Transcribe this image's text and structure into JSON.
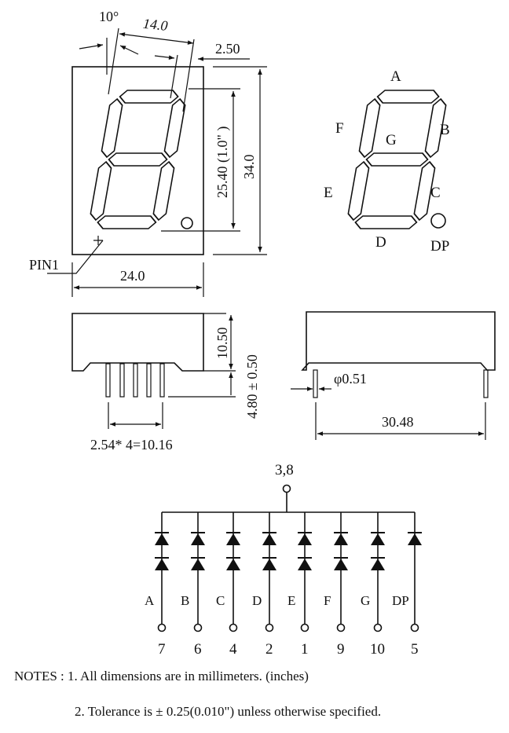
{
  "front_view": {
    "angle_label": "10°",
    "digit_width_label": "14.0",
    "offset_label": "2.50",
    "digit_height_label": "25.40 (1.0\" )",
    "body_height_label": "34.0",
    "body_width_label": "24.0",
    "pin1_label": "PIN1"
  },
  "segment_map": {
    "labels": {
      "A": "A",
      "B": "B",
      "C": "C",
      "D": "D",
      "E": "E",
      "F": "F",
      "G": "G",
      "DP": "DP"
    }
  },
  "side_view": {
    "height_label": "10.50",
    "pin_length_label": "4.80 ± 0.50",
    "pitch_label": "2.54* 4=10.16"
  },
  "end_view": {
    "pin_diameter_label": "φ0.51",
    "pin_span_label": "30.48"
  },
  "circuit": {
    "common_pin_label": "3,8",
    "columns": [
      {
        "segment": "A",
        "pin": "7",
        "diodes": 2
      },
      {
        "segment": "B",
        "pin": "6",
        "diodes": 2
      },
      {
        "segment": "C",
        "pin": "4",
        "diodes": 2
      },
      {
        "segment": "D",
        "pin": "2",
        "diodes": 2
      },
      {
        "segment": "E",
        "pin": "1",
        "diodes": 2
      },
      {
        "segment": "F",
        "pin": "9",
        "diodes": 2
      },
      {
        "segment": "G",
        "pin": "10",
        "diodes": 2
      },
      {
        "segment": "DP",
        "pin": "5",
        "diodes": 1
      }
    ]
  },
  "notes": {
    "line1": "NOTES : 1. All dimensions are in millimeters. (inches)",
    "line2": "2. Tolerance is  ±  0.25(0.010\") unless otherwise specified."
  }
}
